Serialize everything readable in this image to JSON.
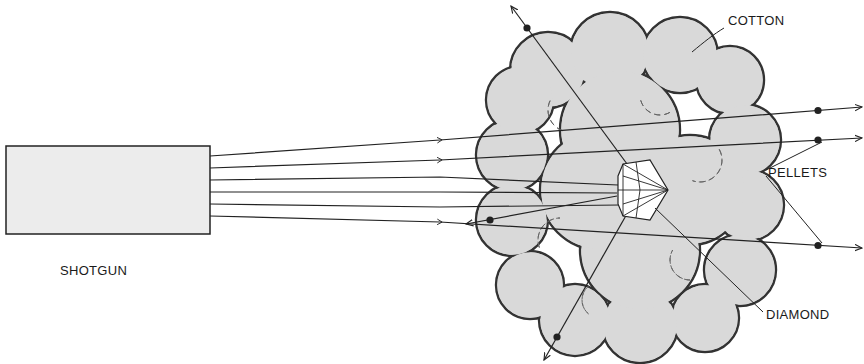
{
  "diagram": {
    "labels": [
      "COTTON",
      "PELLETS",
      "SHOTGUN",
      "DIAMOND"
    ]
  }
}
